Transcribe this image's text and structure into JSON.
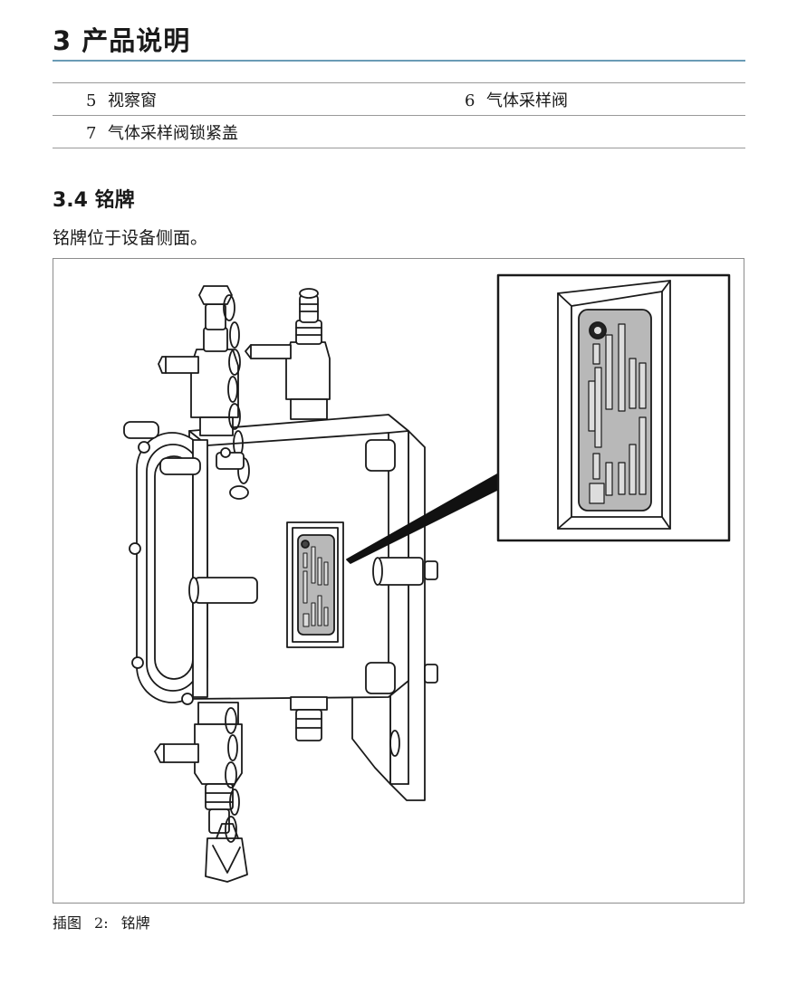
{
  "chapter": {
    "title": "3 产品说明"
  },
  "legend": {
    "rows": [
      [
        {
          "num": "5",
          "label": "视察窗"
        },
        {
          "num": "6",
          "label": "气体采样阀"
        }
      ],
      [
        {
          "num": "7",
          "label": "气体采样阀锁紧盖"
        },
        {
          "num": "",
          "label": ""
        }
      ]
    ]
  },
  "section": {
    "title": "3.4 铭牌"
  },
  "body": {
    "text": "铭牌位于设备侧面。"
  },
  "figure": {
    "caption_label": "插图",
    "caption_number": "2:",
    "caption_title": "铭牌"
  }
}
